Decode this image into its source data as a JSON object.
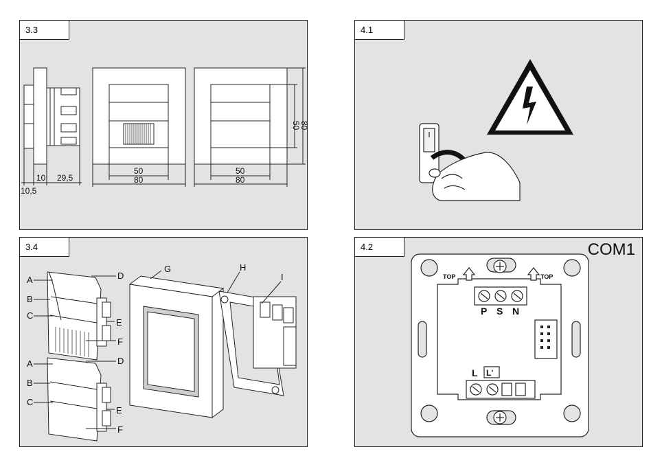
{
  "panels": {
    "p33": {
      "label": "3.3",
      "dims": {
        "side_10": "10",
        "side_29_5": "29,5",
        "side_10_5": "10,5",
        "front1_50": "50",
        "front1_80": "80",
        "front2_50": "50",
        "front2_80": "80",
        "vert_50": "50",
        "vert_80": "80"
      }
    },
    "p41": {
      "label": "4.1",
      "icons": [
        "high-voltage-warning-icon",
        "hand-switch-off-icon"
      ]
    },
    "p34": {
      "label": "3.4",
      "callouts": {
        "A1": "A",
        "B1": "B",
        "C1": "C",
        "D1": "D",
        "E1": "E",
        "F1": "F",
        "A2": "A",
        "B2": "B",
        "C2": "C",
        "D2": "D",
        "E2": "E",
        "F2": "F",
        "G": "G",
        "H": "H",
        "I": "I"
      }
    },
    "p42": {
      "label": "4.2",
      "model": "COM1",
      "top_left": "TOP",
      "top_right": "TOP",
      "terminals_top": [
        "P",
        "S",
        "N"
      ],
      "terminal_L": "L",
      "terminal_L_prime": "L'"
    }
  },
  "colors": {
    "panel_bg": "#e3e3e3",
    "line": "#222222",
    "white": "#ffffff"
  }
}
